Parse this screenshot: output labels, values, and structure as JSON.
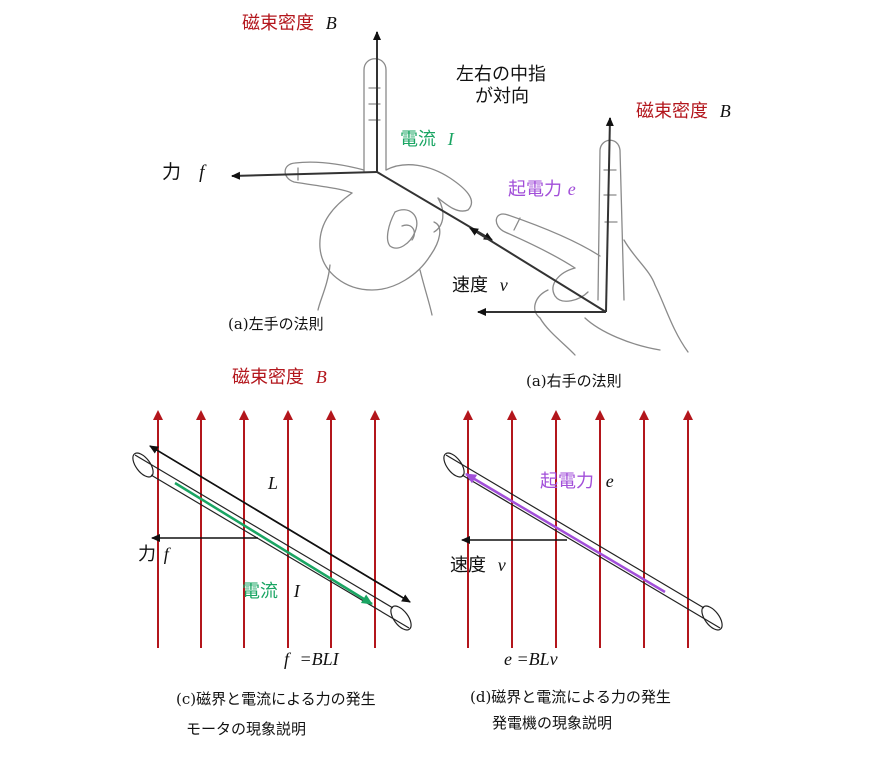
{
  "left_hand": {
    "flux_label": "磁束密度",
    "flux_symbol": "B",
    "current_label": "電流",
    "current_symbol": "I",
    "force_label": "力",
    "force_symbol": "f",
    "caption": "(a)左手の法則"
  },
  "note_line1": "左右の中指",
  "note_line2": "が対向",
  "right_hand": {
    "flux_label": "磁束密度",
    "flux_symbol": "B",
    "emf_label": "起電力",
    "emf_symbol": "e",
    "velocity_label": "速度",
    "velocity_symbol": "v",
    "caption": "(a)右手の法則"
  },
  "motor": {
    "flux_label": "磁束密度",
    "flux_symbol": "B",
    "length_symbol": "L",
    "force_label": "力",
    "force_symbol": "f",
    "current_label": "電流",
    "current_symbol": "I",
    "formula_lhs": "f",
    "formula_rhs": "=BLI",
    "caption_line1": "(c)磁界と電流による力の発生",
    "caption_line2": "モータの現象説明"
  },
  "generator": {
    "emf_label": "起電力",
    "emf_symbol": "e",
    "velocity_label": "速度",
    "velocity_symbol": "v",
    "formula_lhs": "e",
    "formula_rhs": "=BLv",
    "caption_line1": "(d)磁界と電流による力の発生",
    "caption_line2": "発電機の現象説明"
  },
  "colors": {
    "flux": "#b3161c",
    "current": "#1aa563",
    "emf": "#a24fd9",
    "force": "#111111",
    "hand_outline": "#8a8a8a"
  }
}
